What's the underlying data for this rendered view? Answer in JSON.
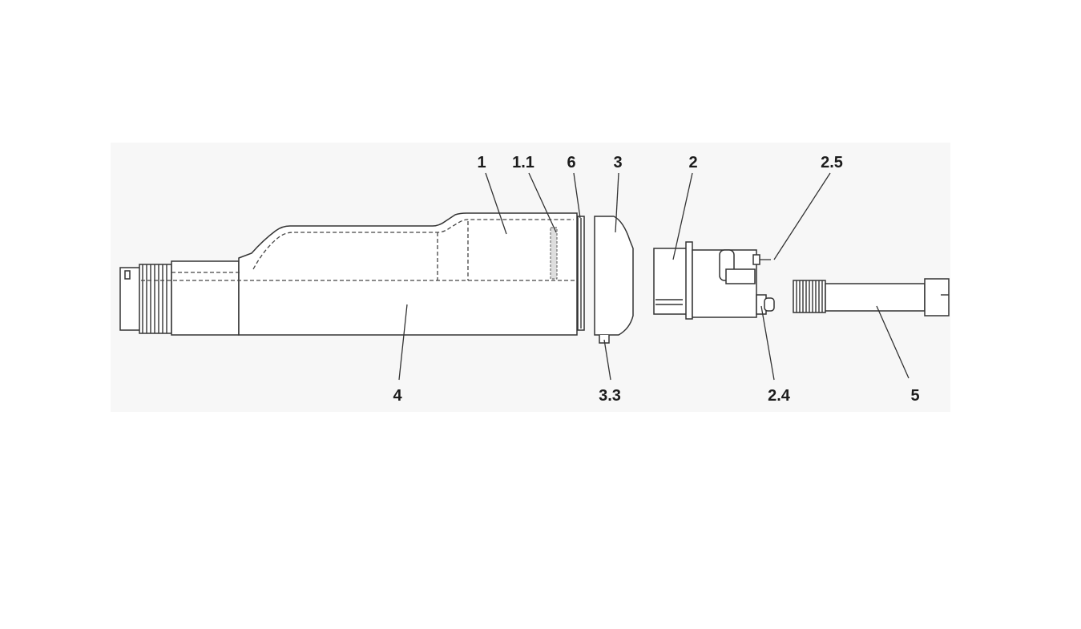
{
  "diagram": {
    "callouts": [
      {
        "id": "c1",
        "text": "1"
      },
      {
        "id": "c1_1",
        "text": "1.1"
      },
      {
        "id": "c6",
        "text": "6"
      },
      {
        "id": "c3",
        "text": "3"
      },
      {
        "id": "c2",
        "text": "2"
      },
      {
        "id": "c2_5",
        "text": "2.5"
      },
      {
        "id": "c4",
        "text": "4"
      },
      {
        "id": "c3_3",
        "text": "3.3"
      },
      {
        "id": "c2_4",
        "text": "2.4"
      },
      {
        "id": "c5",
        "text": "5"
      }
    ]
  }
}
